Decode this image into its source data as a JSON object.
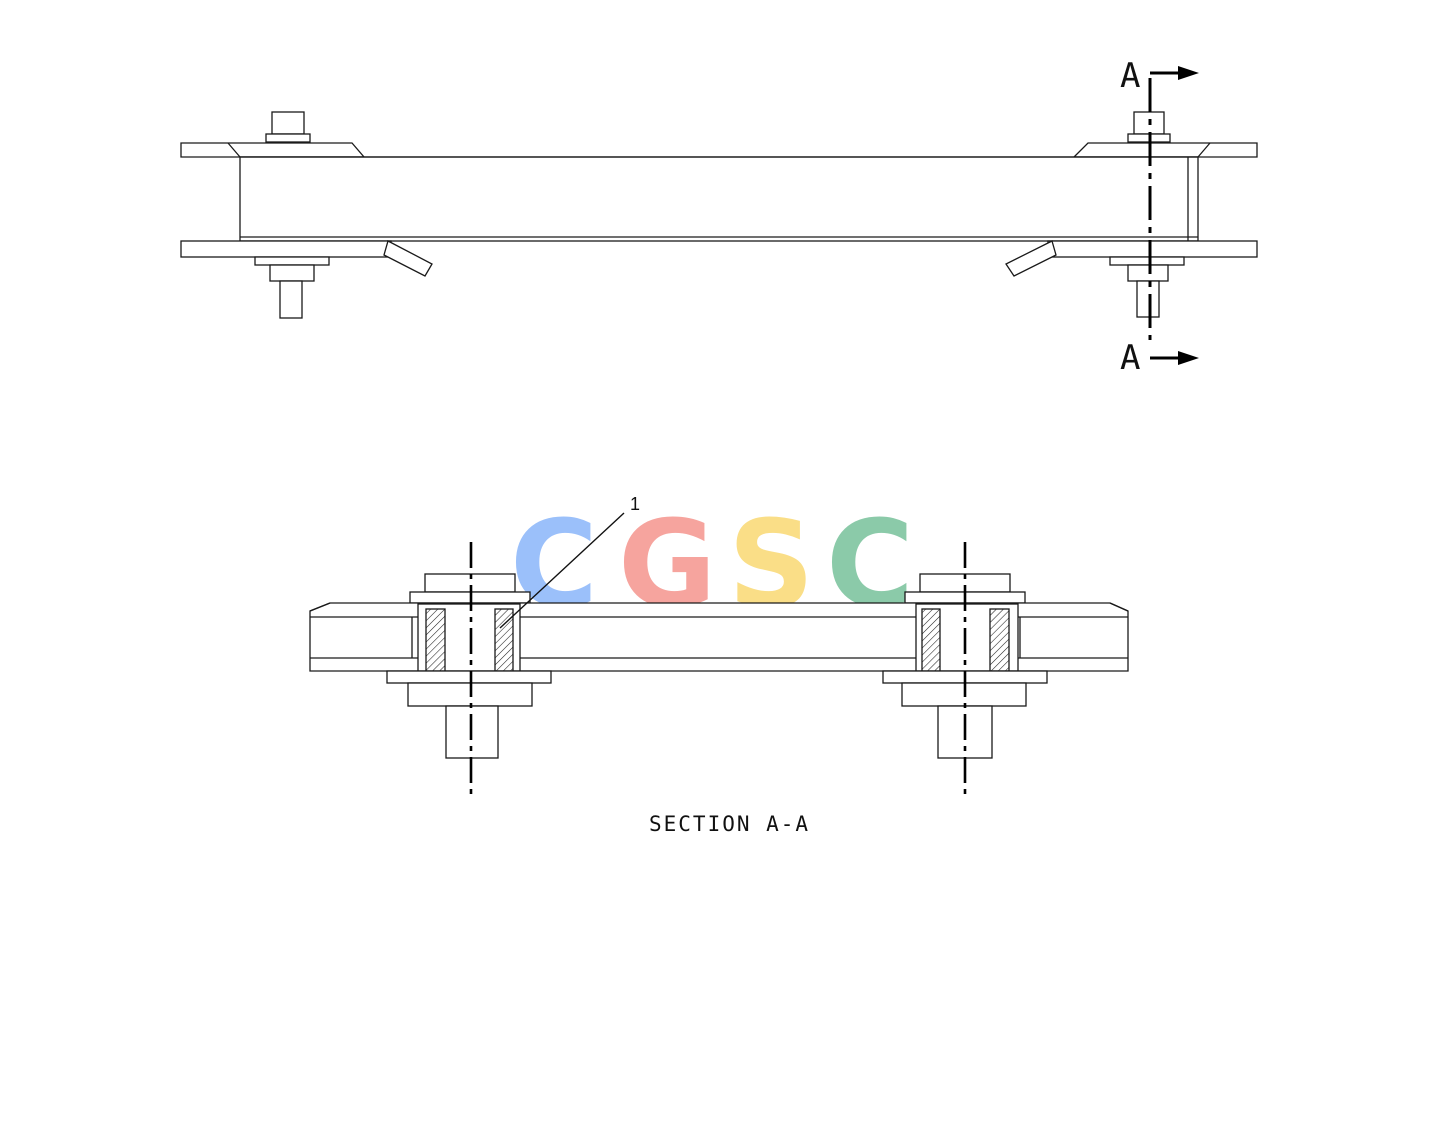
{
  "section_markers": {
    "top": "A",
    "bottom": "A"
  },
  "callout": {
    "number": "1"
  },
  "section_title": "SECTION A-A",
  "watermark": {
    "letters": [
      "C",
      "G",
      "S",
      "C"
    ],
    "colors": [
      "#4a8df7",
      "#ef5a4f",
      "#f6c426",
      "#2e9f63"
    ]
  }
}
